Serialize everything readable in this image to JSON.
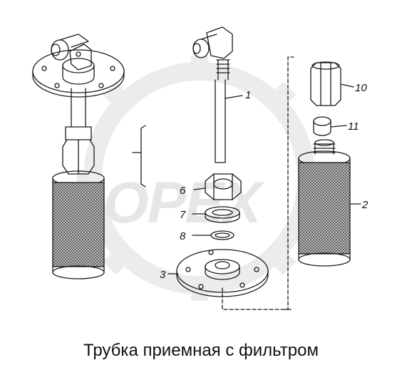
{
  "caption": "Трубка приемная с фильтром",
  "watermark": "OPEX",
  "callouts": [
    {
      "id": "1",
      "text": "1"
    },
    {
      "id": "2",
      "text": "2"
    },
    {
      "id": "3",
      "text": "3"
    },
    {
      "id": "6",
      "text": "6"
    },
    {
      "id": "7",
      "text": "7"
    },
    {
      "id": "8",
      "text": "8"
    },
    {
      "id": "10",
      "text": "10"
    },
    {
      "id": "11",
      "text": "11"
    }
  ]
}
